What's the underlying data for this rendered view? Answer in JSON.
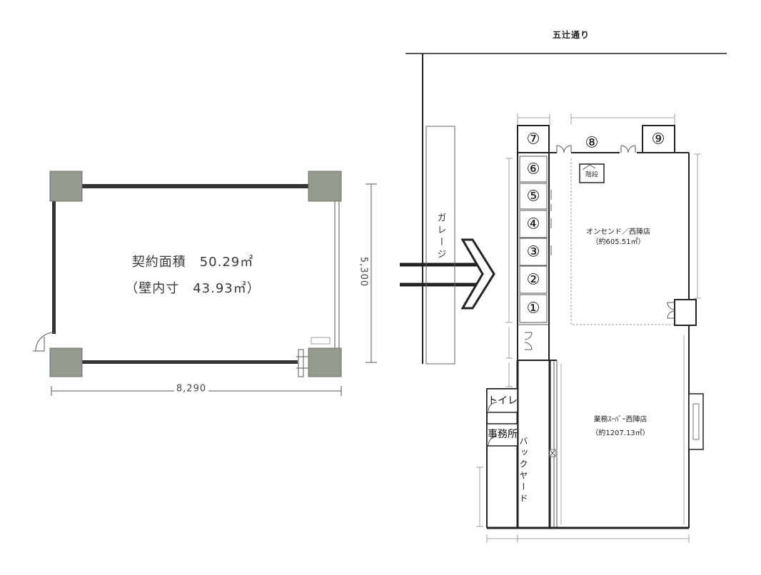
{
  "unit_plan": {
    "contract_area": "契約面積　50.29㎡",
    "inner_area": "（壁内寸　43.93㎡）",
    "width_dimension": "8,290",
    "depth_dimension": "5,300"
  },
  "site_plan": {
    "street_name": "五辻通り",
    "garage_label": "ガレージ",
    "units": [
      "⑦",
      "⑥",
      "⑤",
      "④",
      "③",
      "②",
      "①"
    ],
    "unit_8": "⑧",
    "unit_9": "⑨",
    "stairs_label": "階段",
    "upper_tenant": {
      "name": "オンセンド／西陣店",
      "area": "（約605.51㎡）"
    },
    "lower_tenant": {
      "name": "業務ｽｰﾊﾟｰ西陣店",
      "area": "（約1207.13㎡）"
    },
    "backyard_label": "バックヤード",
    "toilet_label": "トイレ",
    "office_label": "事務所"
  },
  "icons": {
    "transition_arrow": "right-arrow-icon",
    "door": "door-swing-icon"
  },
  "colors": {
    "column": "#949a8f",
    "column_edge": "#6f7469",
    "wall": "#333333",
    "ink": "#222222"
  }
}
